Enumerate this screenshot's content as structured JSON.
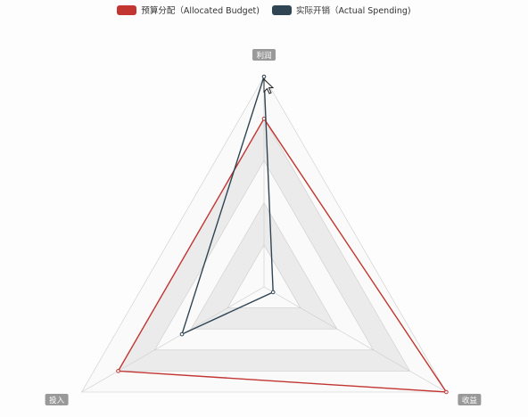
{
  "chart_data": {
    "type": "radar",
    "indicators": [
      {
        "name": "利润",
        "max": 100
      },
      {
        "name": "收益",
        "max": 100
      },
      {
        "name": "投入",
        "max": 100
      }
    ],
    "series": [
      {
        "name": "预算分配（Allocated Budget)",
        "color": "#c23531",
        "values": [
          80,
          100,
          80
        ]
      },
      {
        "name": "实际开销（Actual Spending)",
        "color": "#2f4554",
        "values": [
          100,
          5,
          45
        ]
      }
    ],
    "split_number": 5,
    "split_area_colors": [
      "#fafafa",
      "#ebebeb"
    ],
    "axis_line_color": "#cccccc",
    "legend_position": "top-center"
  }
}
